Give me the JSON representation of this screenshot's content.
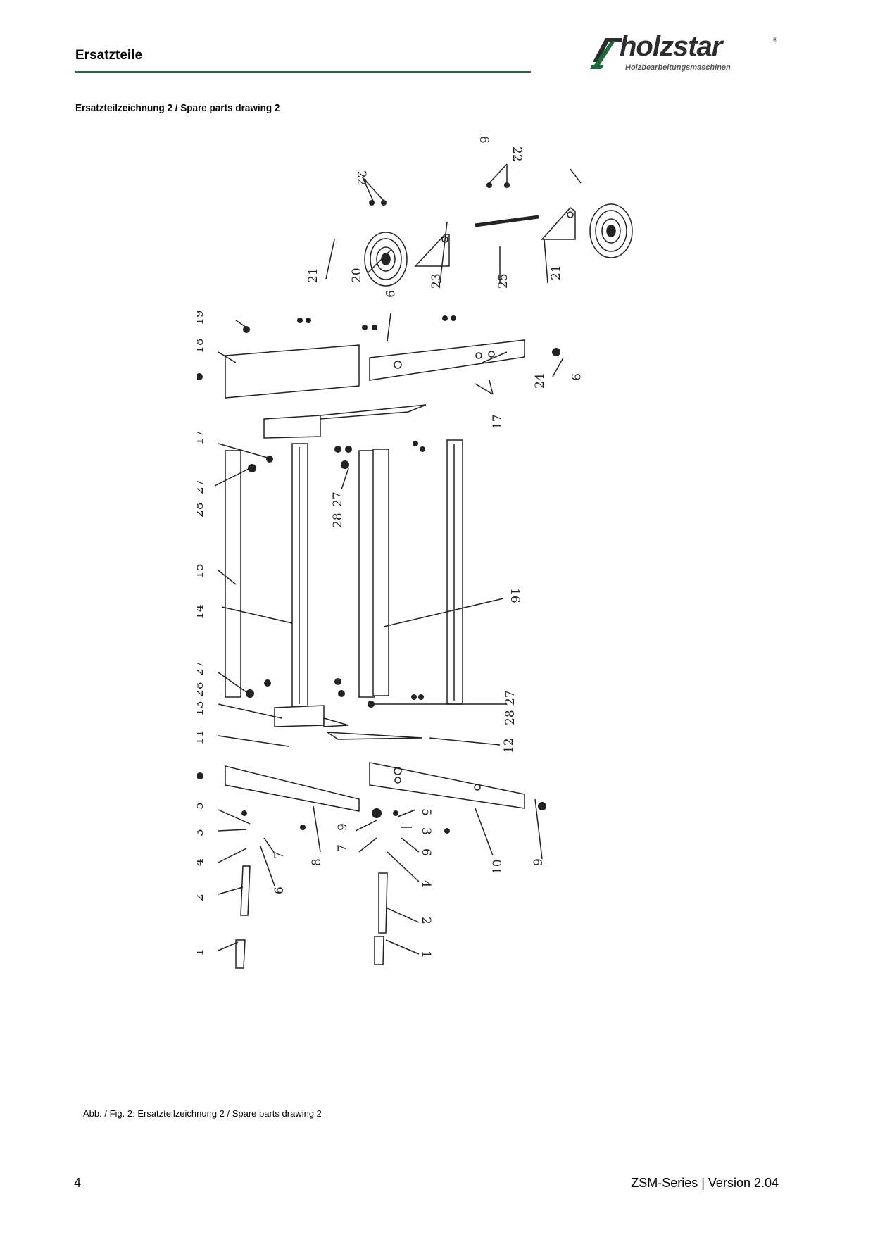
{
  "header": {
    "title": "Ersatzteile",
    "logo_text": "holzstar",
    "logo_subtitle": "Holzbearbeitungsmaschinen",
    "logo_reg": "®"
  },
  "section_title": "Ersatzteilzeichnung 2 / Spare parts drawing 2",
  "drawing_labels": [
    "1",
    "2",
    "3",
    "4",
    "5",
    "6",
    "7",
    "8",
    "9",
    "10",
    "11",
    "12",
    "13",
    "14",
    "15",
    "16",
    "17",
    "18",
    "19",
    "20",
    "21",
    "22",
    "23",
    "24",
    "25",
    "26",
    "27",
    "28"
  ],
  "caption": "Abb. / Fig. 2: Ersatzteilzeichnung 2 / Spare parts drawing 2",
  "footer": {
    "page_number": "4",
    "series": "ZSM-Series | Version 2.04"
  },
  "colors": {
    "rule": "#1e6b3a",
    "logo_green": "#1e6b3a"
  }
}
